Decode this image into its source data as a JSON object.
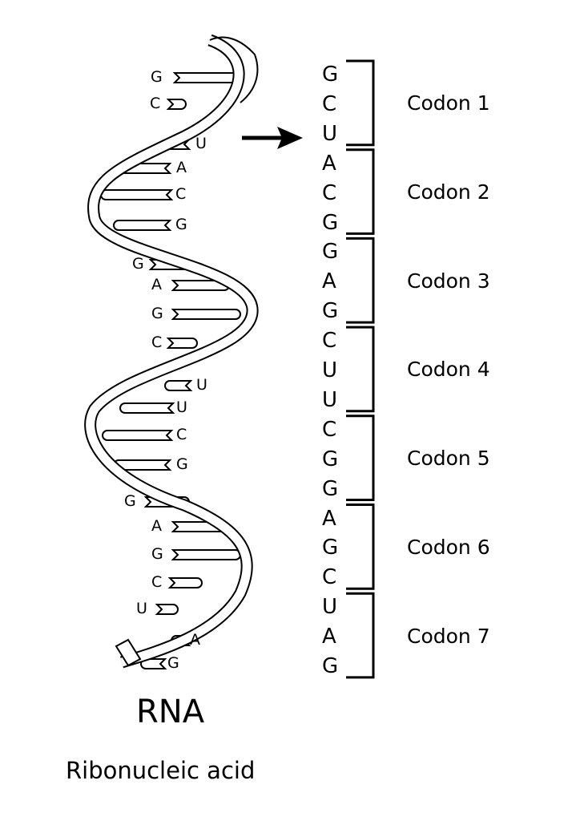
{
  "title": "RNA",
  "subtitle": "Ribonucleic acid",
  "helix_bases": [
    "G",
    "C",
    "U",
    "A",
    "C",
    "G",
    "G",
    "A",
    "G",
    "C",
    "U",
    "U",
    "C",
    "G",
    "G",
    "A",
    "G",
    "C",
    "U",
    "A",
    "G"
  ],
  "sequence": [
    "G",
    "C",
    "U",
    "A",
    "C",
    "G",
    "G",
    "A",
    "G",
    "C",
    "U",
    "U",
    "C",
    "G",
    "G",
    "A",
    "G",
    "C",
    "U",
    "A",
    "G"
  ],
  "codons": [
    "Codon 1",
    "Codon 2",
    "Codon 3",
    "Codon 4",
    "Codon 5",
    "Codon 6",
    "Codon 7"
  ],
  "colors": {
    "ink": "#000000",
    "paper": "#ffffff"
  },
  "icons": {
    "arrow": "right-arrow-icon"
  }
}
